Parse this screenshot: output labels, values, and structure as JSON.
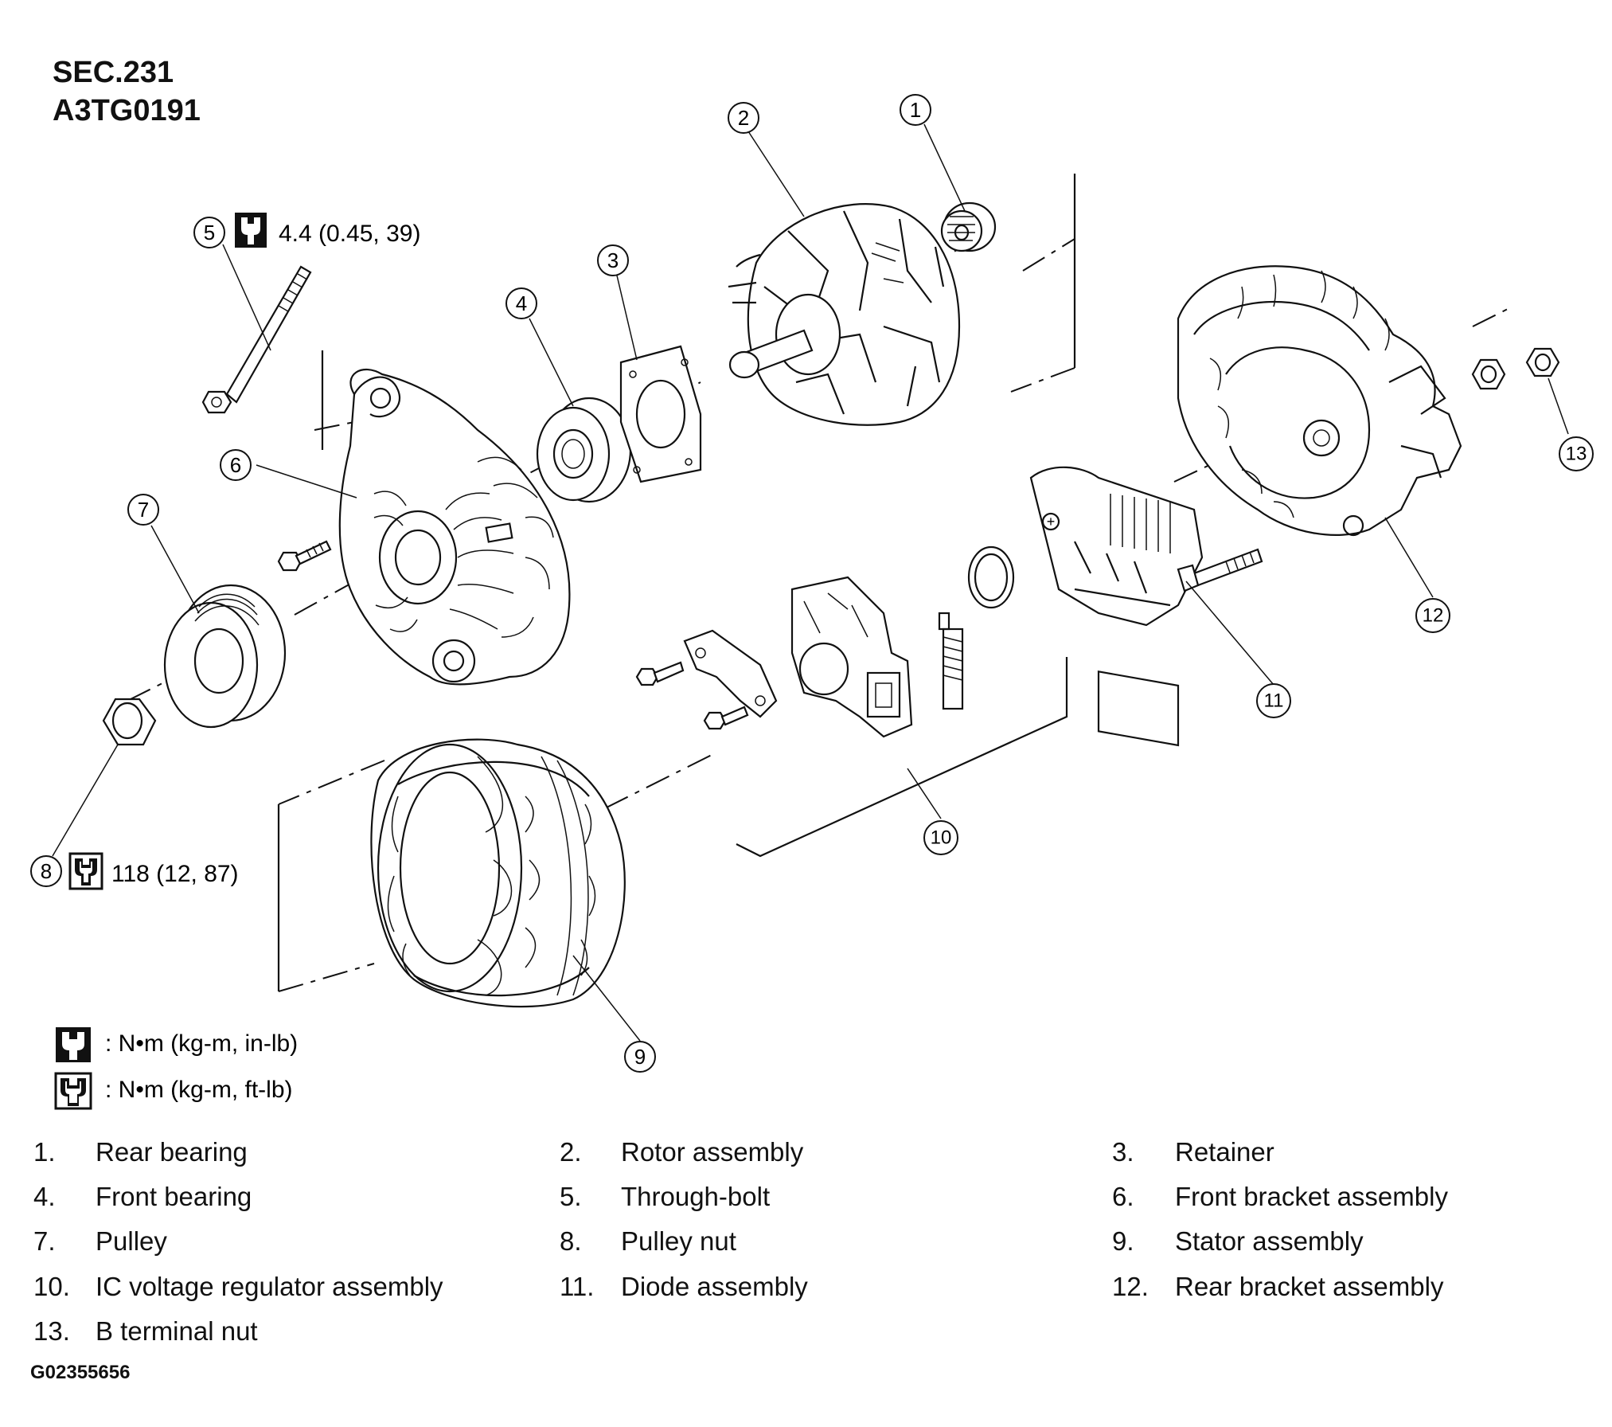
{
  "header": {
    "section": "SEC.231",
    "figure_id": "A3TG0191"
  },
  "callouts": {
    "1": "1",
    "2": "2",
    "3": "3",
    "4": "4",
    "5": "5",
    "6": "6",
    "7": "7",
    "8": "8",
    "9": "9",
    "10": "10",
    "11": "11",
    "12": "12",
    "13": "13"
  },
  "torque_specs": {
    "through_bolt": "4.4 (0.45, 39)",
    "pulley_nut": "118 (12, 87)"
  },
  "torque_key": {
    "in_lb": ":  N•m  (kg-m,  in-lb)",
    "ft_lb": ":  N•m  (kg-m,  ft-lb)"
  },
  "icons": {
    "in_lb_wrench": "torque-wrench-filled-icon",
    "ft_lb_wrench": "torque-wrench-outline-icon"
  },
  "legend": [
    {
      "num": "1.",
      "label": "Rear bearing"
    },
    {
      "num": "2.",
      "label": "Rotor assembly"
    },
    {
      "num": "3.",
      "label": "Retainer"
    },
    {
      "num": "4.",
      "label": "Front bearing"
    },
    {
      "num": "5.",
      "label": "Through-bolt"
    },
    {
      "num": "6.",
      "label": "Front bracket assembly"
    },
    {
      "num": "7.",
      "label": "Pulley"
    },
    {
      "num": "8.",
      "label": "Pulley nut"
    },
    {
      "num": "9.",
      "label": "Stator assembly"
    },
    {
      "num": "10.",
      "label": "IC voltage regulator assembly"
    },
    {
      "num": "11.",
      "label": "Diode assembly"
    },
    {
      "num": "12.",
      "label": "Rear bracket assembly"
    },
    {
      "num": "13.",
      "label": "B terminal nut"
    }
  ],
  "footer": {
    "image_code": "G02355656"
  }
}
